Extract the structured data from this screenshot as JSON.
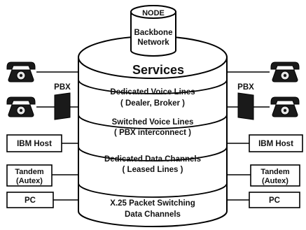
{
  "node": {
    "label": "NODE",
    "backbone_line1": "Backbone",
    "backbone_line2": "Network"
  },
  "services": {
    "title": "Services",
    "layers": [
      {
        "line1": "Dedicated Voice Lines",
        "line2": "( Dealer, Broker )"
      },
      {
        "line1": "Switched Voice Lines",
        "line2": "( PBX interconnect )"
      },
      {
        "line1": "Dedicated Data Channels",
        "line2": "( Leased Lines )"
      },
      {
        "line1": "X.25 Packet Switching",
        "line2": "Data Channels"
      }
    ]
  },
  "left": {
    "pbx_label": "PBX",
    "ibm": "IBM Host",
    "tandem_line1": "Tandem",
    "tandem_line2": "(Autex)",
    "pc": "PC"
  },
  "right": {
    "pbx_label": "PBX",
    "ibm": "IBM Host",
    "tandem_line1": "Tandem",
    "tandem_line2": "(Autex)",
    "pc": "PC"
  },
  "icons": {
    "phone": "telephone-icon",
    "pbx": "pbx-box-icon"
  }
}
